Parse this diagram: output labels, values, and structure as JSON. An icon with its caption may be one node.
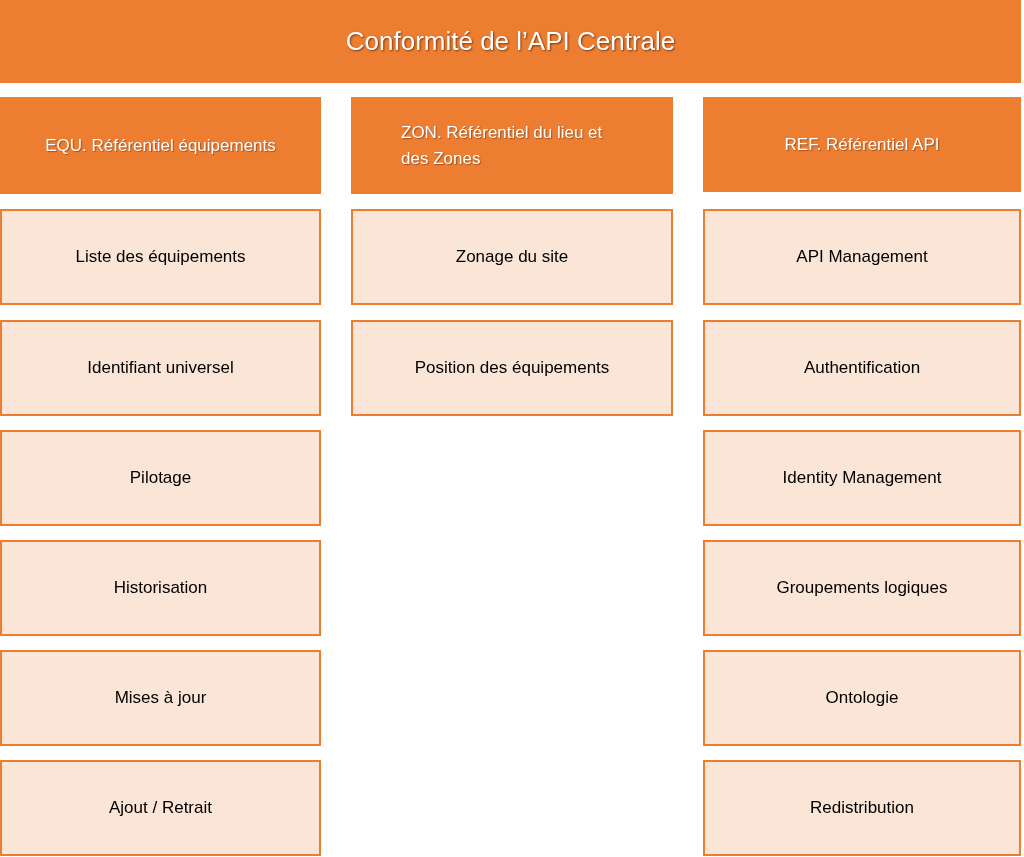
{
  "diagram": {
    "nodes": [
      {
        "text": [
          "Conformité de l’API Centrale"
        ]
      },
      {
        "text": [
          "EQU. Référentiel équipements"
        ]
      },
      {
        "text": [
          "ZON. Référentiel du lieu et des Zones"
        ]
      },
      {
        "text": [
          "REF. Référentiel API"
        ]
      },
      {
        "text": [
          "Liste des équipements"
        ]
      },
      {
        "text": [
          "Zonage du site"
        ]
      },
      {
        "text": [
          "API Management"
        ]
      },
      {
        "text": [
          "Identifiant universel"
        ]
      },
      {
        "text": [
          "Position des équipements"
        ]
      },
      {
        "text": [
          "Authentification"
        ]
      },
      {
        "text": [
          "Pilotage"
        ]
      },
      {
        "text": [
          "Identity Management"
        ]
      },
      {
        "text": [
          "Historisation"
        ]
      },
      {
        "text": [
          "Groupements logiques"
        ]
      },
      {
        "text": [
          "Mises à jour"
        ]
      },
      {
        "text": [
          "Ontologie"
        ]
      },
      {
        "text": [
          "Ajout / Retrait"
        ]
      },
      {
        "text": [
          "Redistribution"
        ]
      }
    ]
  }
}
